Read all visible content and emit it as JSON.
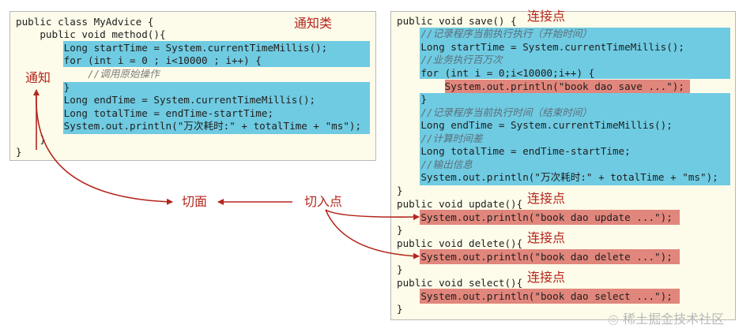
{
  "labels": {
    "advice_class": "通知类",
    "advice": "通知",
    "aspect": "切面",
    "pointcut": "切入点",
    "join_point_1": "连接点",
    "join_point_2": "连接点",
    "join_point_3": "连接点",
    "join_point_4": "连接点"
  },
  "colors": {
    "panel_bg": "#fdfbe9",
    "highlight_blue": "#6fcbe2",
    "highlight_red": "#e1867c",
    "label_red": "#b3261e",
    "keyword_blue": "#1a1aa6",
    "comment_gray": "#7f7f7f"
  },
  "left_code": [
    "public class MyAdvice {",
    "    public void method(){",
    "        Long startTime = System.currentTimeMillis();",
    "        for (int i = 0 ; i<10000 ; i++) {",
    "            //调用原始操作",
    "        }",
    "        Long endTime = System.currentTimeMillis();",
    "        Long totalTime = endTime-startTime;",
    "        System.out.println(\"万次耗时:\" + totalTime + \"ms\");",
    "    }",
    "}"
  ],
  "right_code": [
    "public void save() {",
    "    //记录程序当前执行执行（开始时间）",
    "    Long startTime = System.currentTimeMillis();",
    "    //业务执行百万次",
    "    for (int i = 0;i<10000;i++) {",
    "        System.out.println(\"book dao save ...\");",
    "    }",
    "    //记录程序当前执行时间（结束时间）",
    "    Long endTime = System.currentTimeMillis();",
    "    //计算时间差",
    "    Long totalTime = endTime-startTime;",
    "    //输出信息",
    "    System.out.println(\"万次耗时:\" + totalTime + \"ms\");",
    "}",
    "public void update(){",
    "    System.out.println(\"book dao update ...\");",
    "}",
    "public void delete(){",
    "    System.out.println(\"book dao delete ...\");",
    "}",
    "public void select(){",
    "    System.out.println(\"book dao select ...\");",
    "}"
  ],
  "watermark": {
    "icon": "juejin-logo-icon",
    "text": "稀土掘金技术社区"
  }
}
